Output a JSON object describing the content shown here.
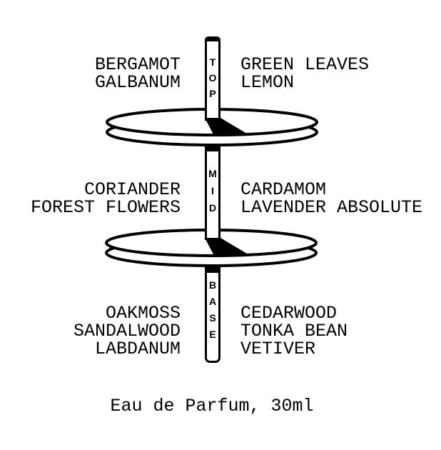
{
  "diagram": {
    "title_semantic": "fragrance-note-pyramid",
    "tiers": [
      {
        "label": "TOP",
        "left_notes": [
          "BERGAMOT",
          "GALBANUM"
        ],
        "right_notes": [
          "GREEN LEAVES",
          "LEMON"
        ]
      },
      {
        "label": "MID",
        "left_notes": [
          "CORIANDER",
          "FOREST FLOWERS"
        ],
        "right_notes": [
          "CARDAMOM",
          "LAVENDER ABSOLUTE"
        ]
      },
      {
        "label": "BASE",
        "left_notes": [
          "OAKMOSS",
          "SANDALWOOD",
          "LABDANUM"
        ],
        "right_notes": [
          "CEDARWOOD",
          "TONKA BEAN",
          "VETIVER"
        ]
      }
    ],
    "caption": "Eau de Parfum, 30ml",
    "colors": {
      "ink": "#000000",
      "background": "#ffffff"
    }
  }
}
